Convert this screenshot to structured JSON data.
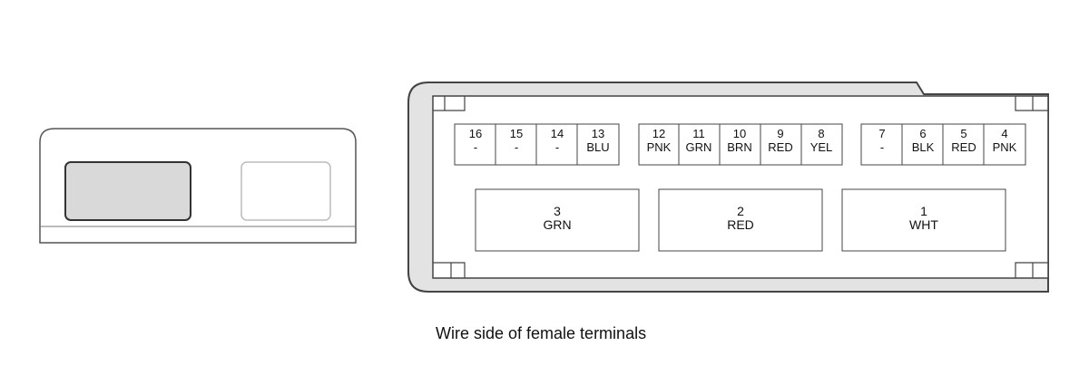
{
  "caption": "Wire side of female terminals",
  "small_pins": {
    "group_a": [
      {
        "num": "16",
        "color": "-"
      },
      {
        "num": "15",
        "color": "-"
      },
      {
        "num": "14",
        "color": "-"
      },
      {
        "num": "13",
        "color": "BLU"
      }
    ],
    "group_b": [
      {
        "num": "12",
        "color": "PNK"
      },
      {
        "num": "11",
        "color": "GRN"
      },
      {
        "num": "10",
        "color": "BRN"
      },
      {
        "num": "9",
        "color": "RED"
      },
      {
        "num": "8",
        "color": "YEL"
      }
    ],
    "group_c": [
      {
        "num": "7",
        "color": "-"
      },
      {
        "num": "6",
        "color": "BLK"
      },
      {
        "num": "5",
        "color": "RED"
      },
      {
        "num": "4",
        "color": "PNK"
      }
    ]
  },
  "large_pins": [
    {
      "num": "3",
      "color": "GRN"
    },
    {
      "num": "2",
      "color": "RED"
    },
    {
      "num": "1",
      "color": "WHT"
    }
  ]
}
